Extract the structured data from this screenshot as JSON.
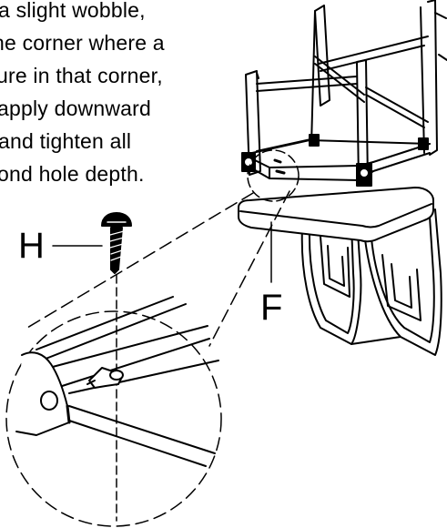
{
  "instructions": {
    "lines": [
      "a slight wobble,",
      "he corner where a",
      "ure in that corner,",
      "apply downward",
      "and tighten all",
      "ond hole depth."
    ]
  },
  "callouts": {
    "screw_label": "H",
    "seat_label": "F"
  },
  "icons": {
    "screw": "screw-icon",
    "chair": "inverted-chair-illustration",
    "detail": "magnified-corner-detail"
  }
}
